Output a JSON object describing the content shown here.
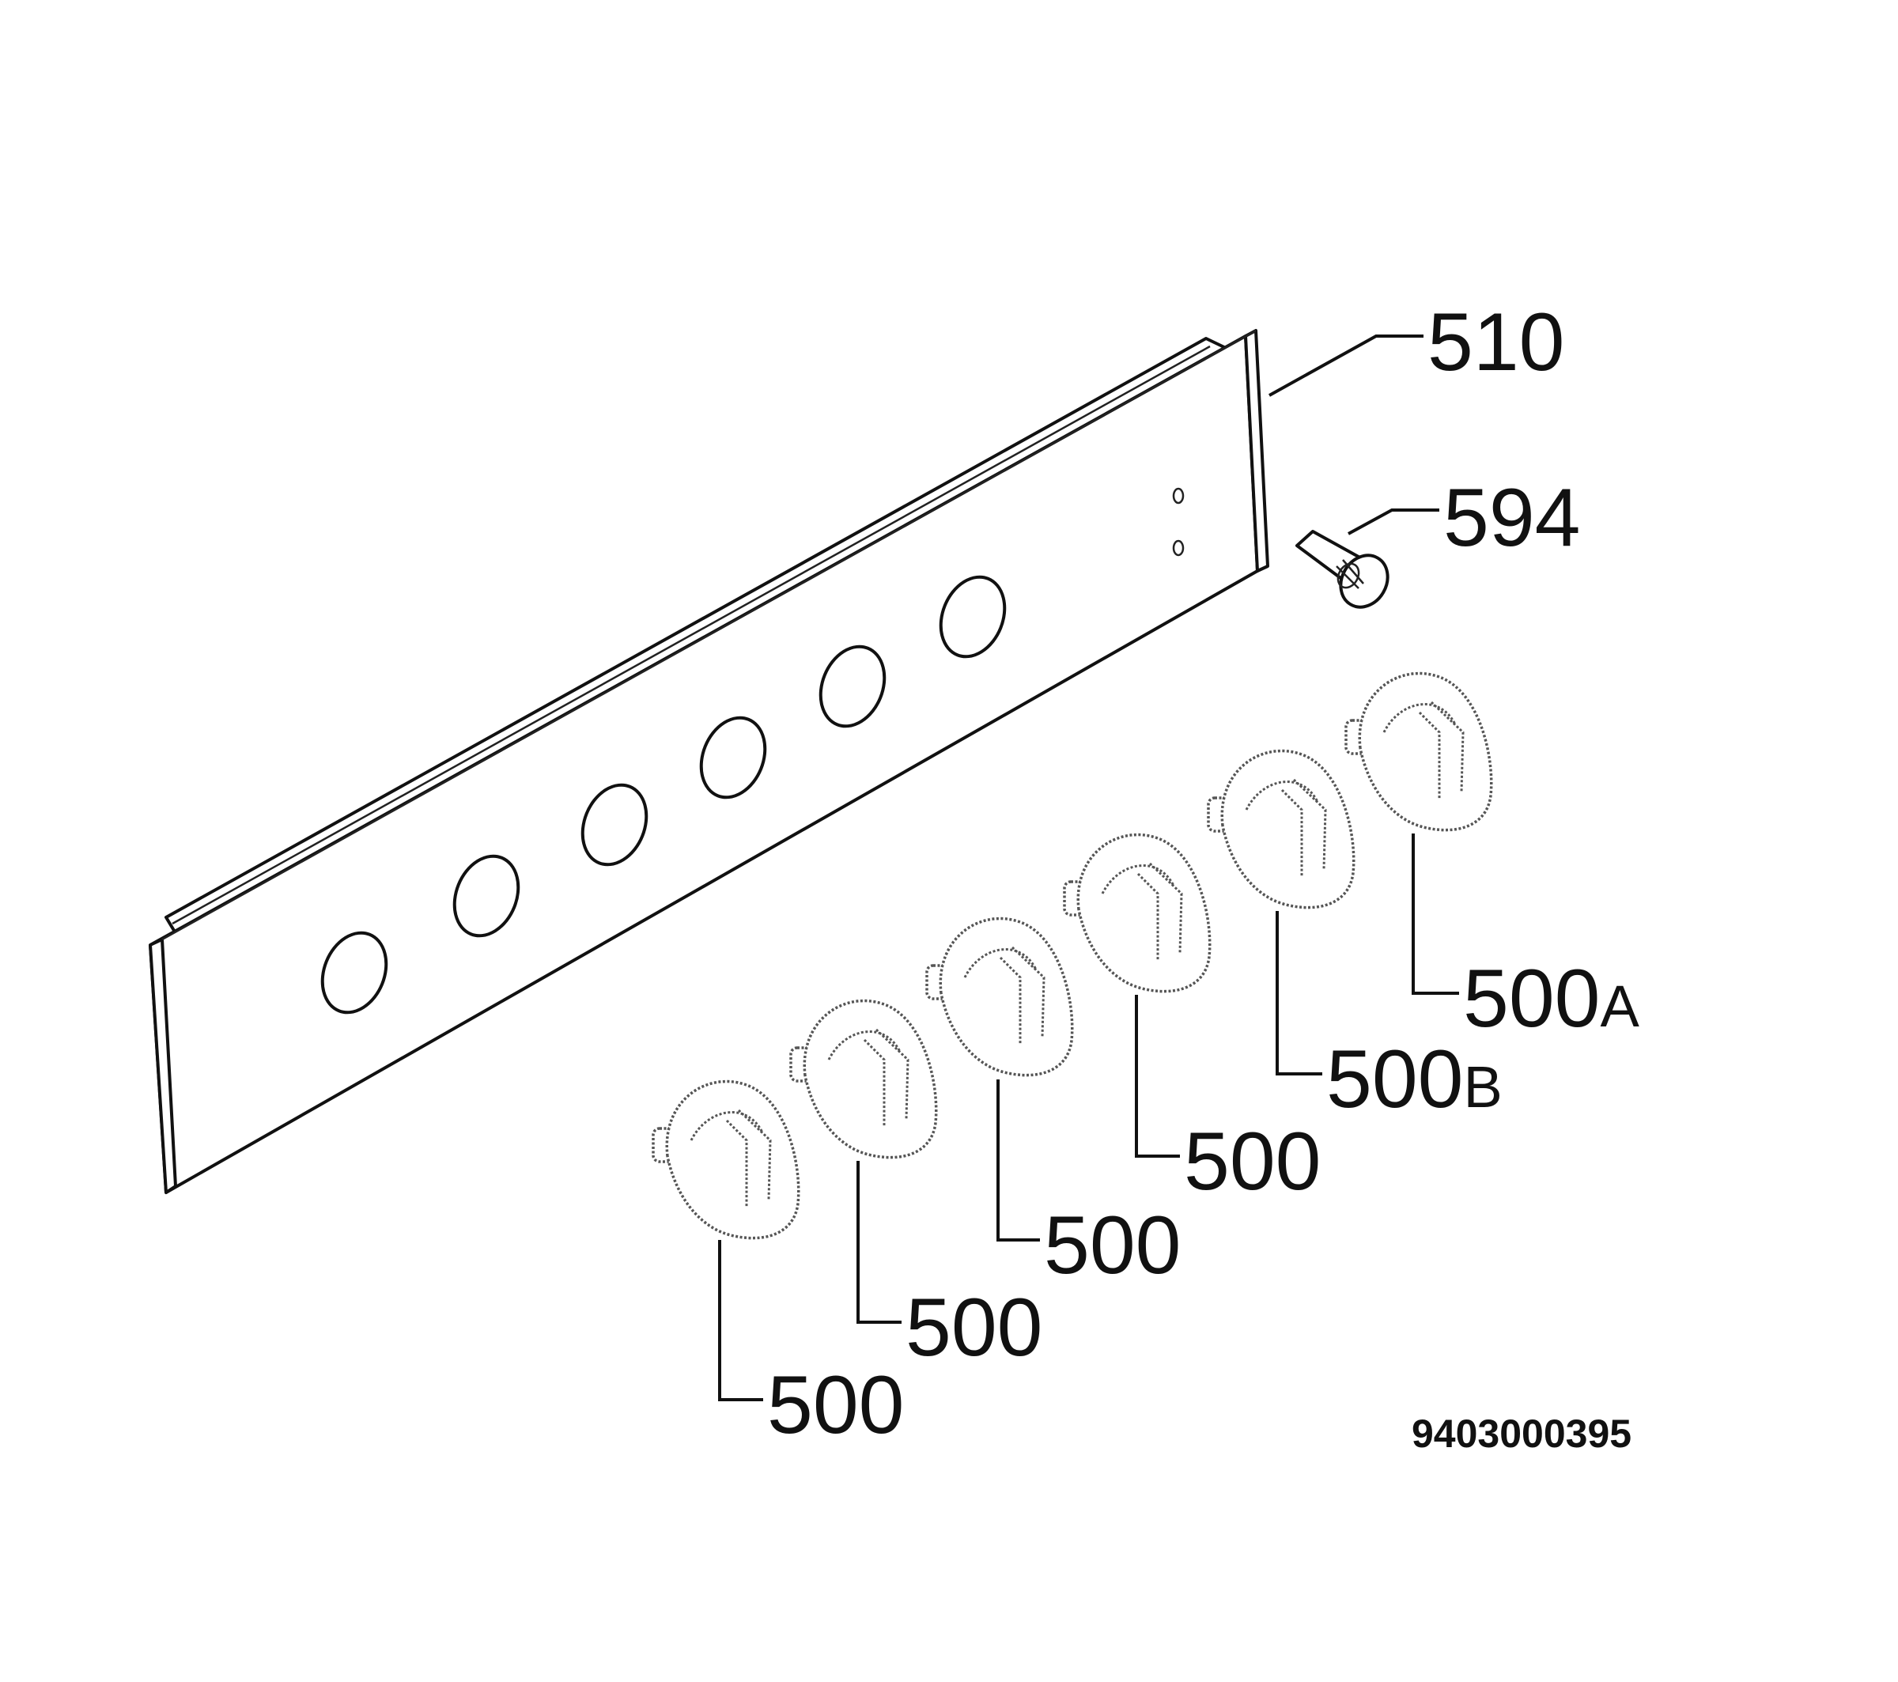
{
  "parts": {
    "control_panel": {
      "label": "510"
    },
    "indicator_lamp": {
      "label": "594"
    },
    "knobs": [
      {
        "label": "500",
        "suffix": ""
      },
      {
        "label": "500",
        "suffix": ""
      },
      {
        "label": "500",
        "suffix": ""
      },
      {
        "label": "500",
        "suffix": ""
      },
      {
        "label": "500",
        "suffix": "B"
      },
      {
        "label": "500",
        "suffix": "A"
      }
    ]
  },
  "document_number": "9403000395"
}
